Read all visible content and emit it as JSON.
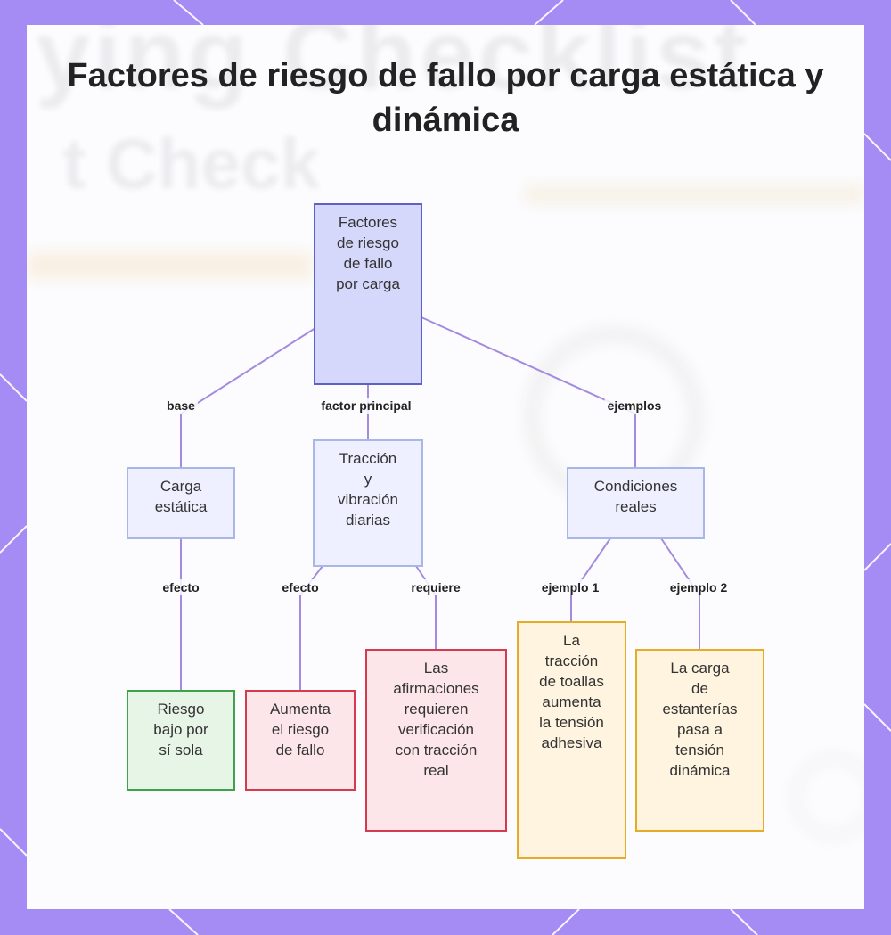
{
  "title": "Factores de riesgo de fallo por carga estática y dinámica",
  "colors": {
    "frame": "#a58cf5",
    "panel": "#fcfcfe",
    "edge": "#a48be0",
    "root_fill": "#d6d8fb",
    "root_border": "#5b63c9",
    "blue_fill": "#eef0ff",
    "blue_border": "#a9b6e8",
    "green_border": "#3fa24a",
    "red_border": "#d63a4f",
    "orange_border": "#e6ac26"
  },
  "nodes": {
    "root": "Factores\nde riesgo\nde fallo\npor carga",
    "static": "Carga\nestática",
    "traction": "Tracción\ny\nvibración\ndiarias",
    "conditions": "Condiciones\nreales",
    "low_risk": "Riesgo\nbajo por\nsí sola",
    "raises_risk": "Aumenta\nel riesgo\nde fallo",
    "verification": "Las\nafirmaciones\nrequieren\nverificación\ncon tracción\nreal",
    "towel": "La\ntracción\nde toallas\naumenta\nla tensión\nadhesiva",
    "shelf": "La carga\nde\nestanterías\npasa a\ntensión\ndinámica"
  },
  "edges": {
    "root_static": "base",
    "root_traction": "factor principal",
    "root_conditions": "ejemplos",
    "static_low": "efecto",
    "traction_raises": "efecto",
    "traction_verification": "requiere",
    "conditions_towel": "ejemplo 1",
    "conditions_shelf": "ejemplo 2"
  }
}
